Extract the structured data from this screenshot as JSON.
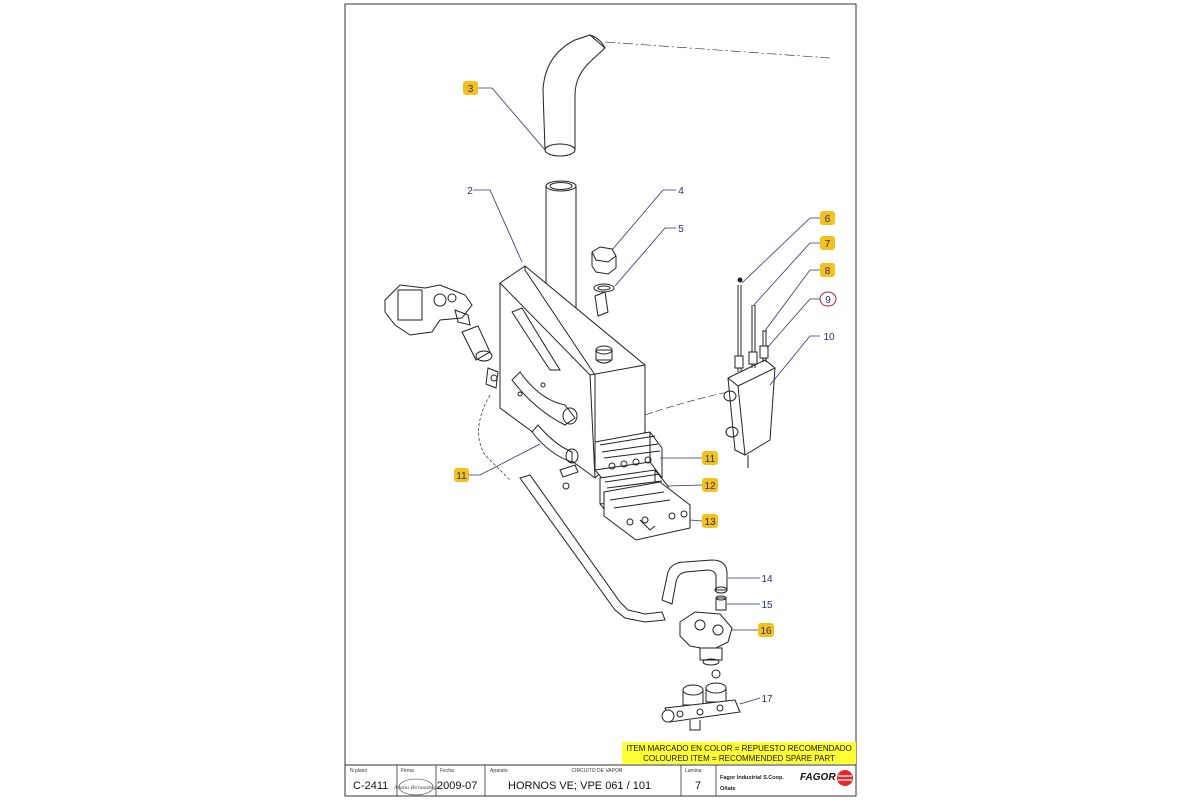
{
  "parts": [
    {
      "no": "2",
      "recommended": false
    },
    {
      "no": "3",
      "recommended": true
    },
    {
      "no": "4",
      "recommended": false
    },
    {
      "no": "5",
      "recommended": false
    },
    {
      "no": "6",
      "recommended": true
    },
    {
      "no": "7",
      "recommended": true
    },
    {
      "no": "8",
      "recommended": true
    },
    {
      "no": "9",
      "recommended": false,
      "circled": true
    },
    {
      "no": "10",
      "recommended": false
    },
    {
      "no": "11",
      "recommended": true
    },
    {
      "no": "11",
      "recommended": true
    },
    {
      "no": "12",
      "recommended": true
    },
    {
      "no": "13",
      "recommended": true
    },
    {
      "no": "14",
      "recommended": false
    },
    {
      "no": "15",
      "recommended": false
    },
    {
      "no": "16",
      "recommended": true
    },
    {
      "no": "17",
      "recommended": false
    }
  ],
  "legend": {
    "line1": "ITEM MARCADO EN COLOR = REPUESTO RECOMENDADO",
    "line2": "COLOURED  ITEM =  RECOMMENDED SPARE PART"
  },
  "title_block": {
    "plano_label": "N plano",
    "plano_value": "C-2411",
    "firma_label": "Firma",
    "firma_value": "Arana Berasategi",
    "fecha_label": "Fecha",
    "fecha_value": "2009-07",
    "aparato_label": "Aparato",
    "aparato_value": "HORNOS VE; VPE 061 / 101",
    "circuito_label": "CIRCUITO DE VAPOR",
    "lamina_label": "Lamina",
    "lamina_value": "7",
    "company_line1": "Fagor Industrial S.Coop.",
    "company_line2": "Oñate",
    "brand": "FAGOR"
  },
  "colors": {
    "highlight": "#f3c11c",
    "legend_bg": "#ffff33",
    "leader": "#2b2d8a",
    "circle": "#c0202a",
    "brand": "#e8252b",
    "line": "#222222"
  }
}
